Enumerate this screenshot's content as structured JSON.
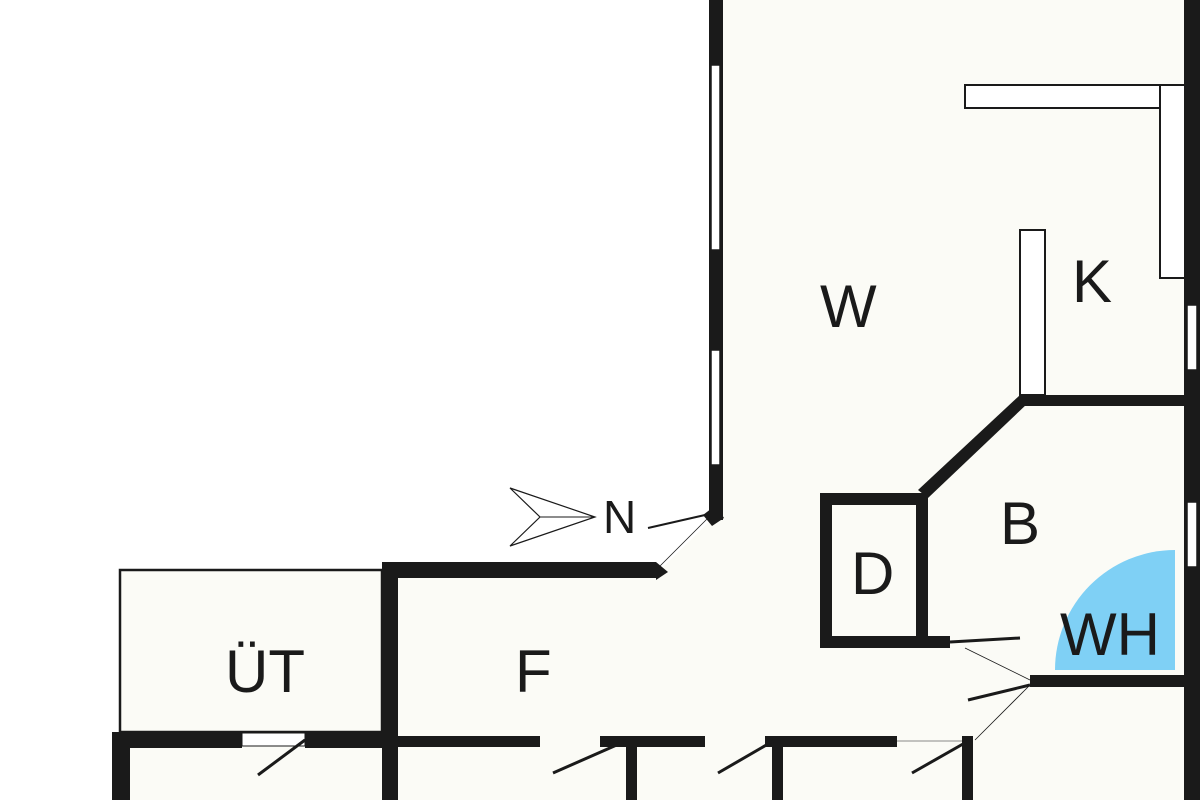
{
  "rooms": {
    "w": "W",
    "k": "K",
    "b": "B",
    "d": "D",
    "wh": "WH",
    "f": "F",
    "ut": "ÜT"
  },
  "compass": {
    "label": "N"
  },
  "colors": {
    "wall": "#1a1a1a",
    "interior": "#fbfbf6",
    "highlight": "#7fd0f5"
  }
}
